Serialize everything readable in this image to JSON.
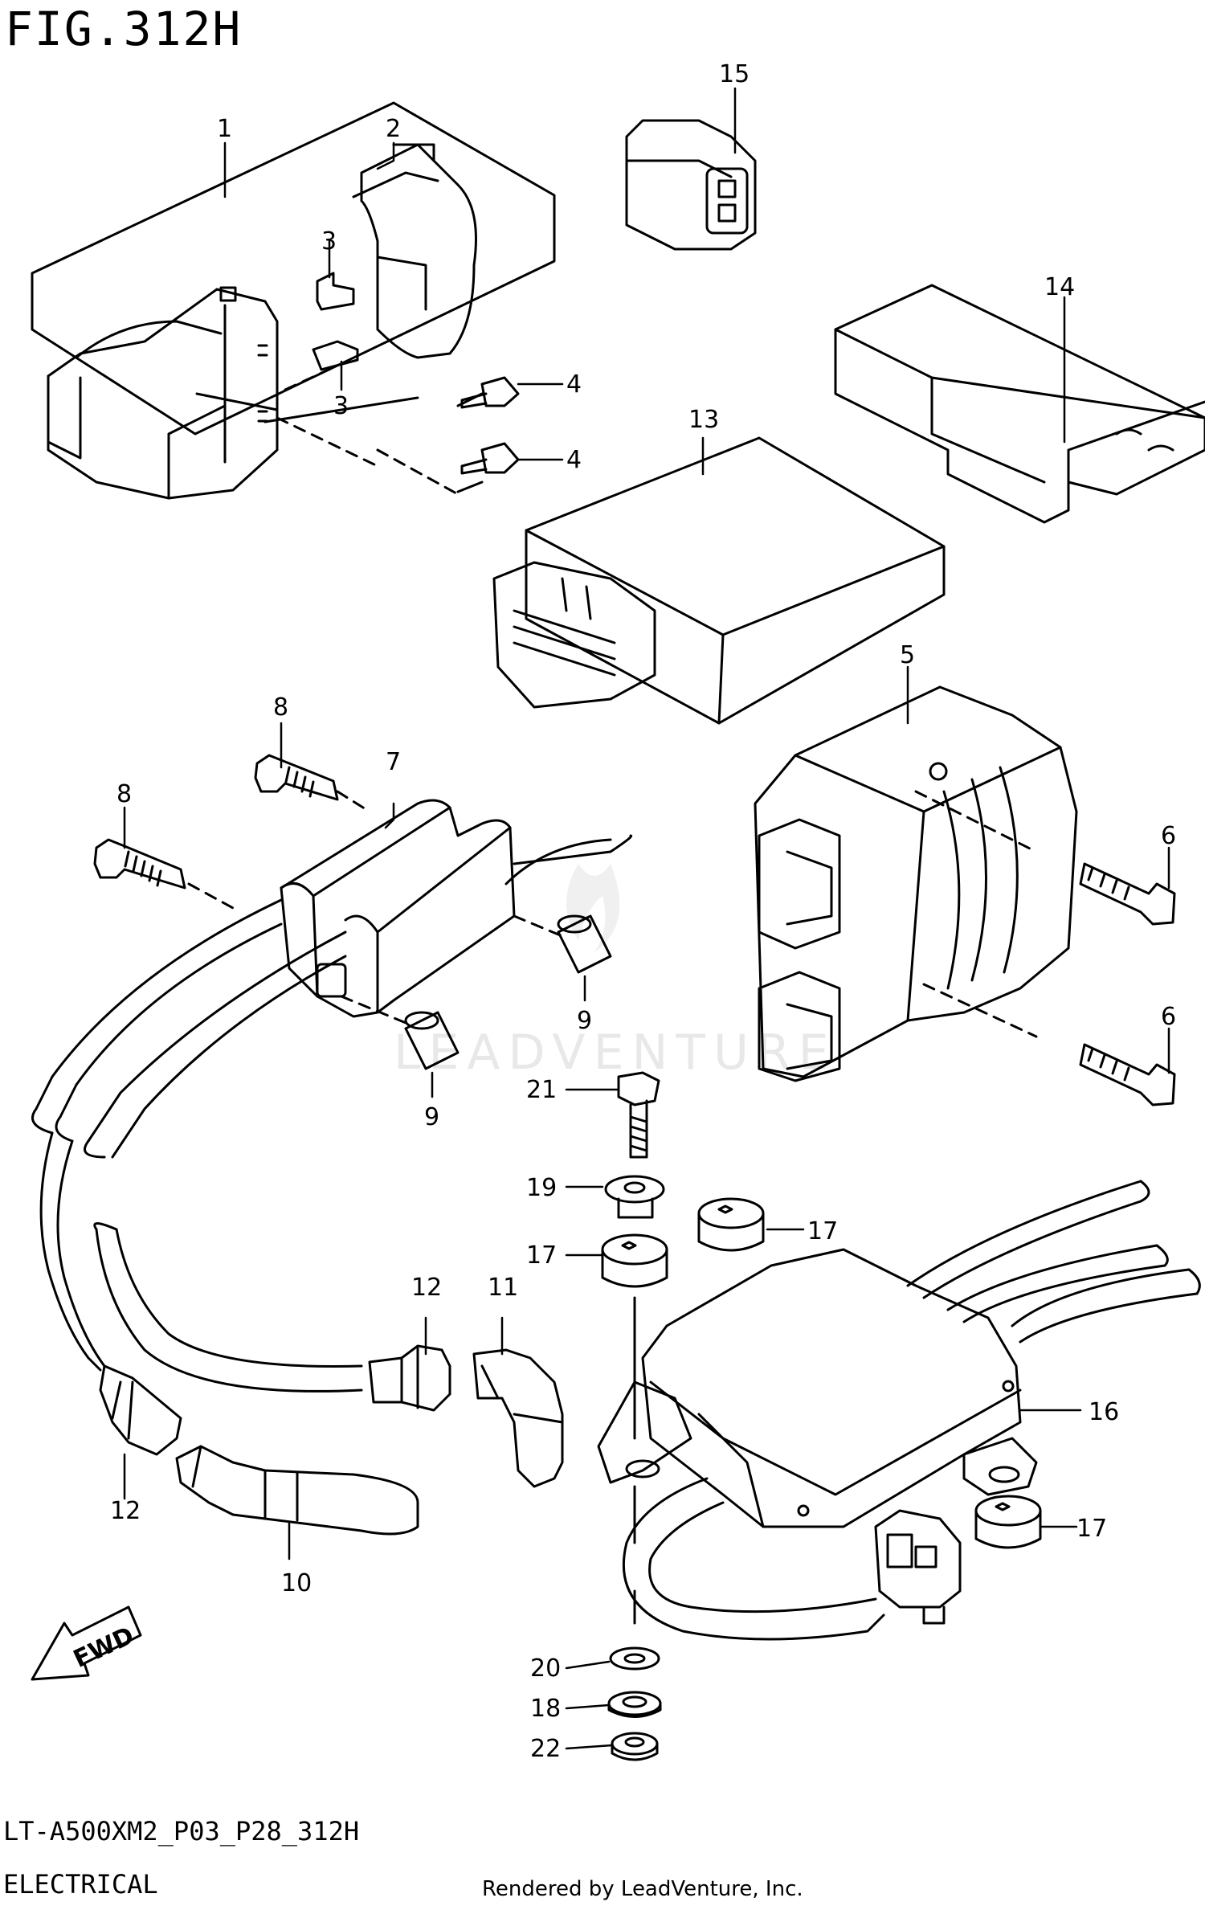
{
  "header": {
    "figure": "FIG.312H"
  },
  "footer": {
    "model_code": "LT-A500XM2_P03_P28_312H",
    "section": "ELECTRICAL",
    "credit": "Rendered by LeadVenture, Inc."
  },
  "watermark": "LEADVENTURE",
  "direction_marker": "FWD",
  "callouts": [
    "1",
    "2",
    "3",
    "3",
    "4",
    "4",
    "5",
    "6",
    "6",
    "7",
    "8",
    "8",
    "9",
    "9",
    "10",
    "11",
    "12",
    "12",
    "13",
    "14",
    "15",
    "16",
    "17",
    "17",
    "17",
    "18",
    "19",
    "20",
    "21",
    "22"
  ]
}
